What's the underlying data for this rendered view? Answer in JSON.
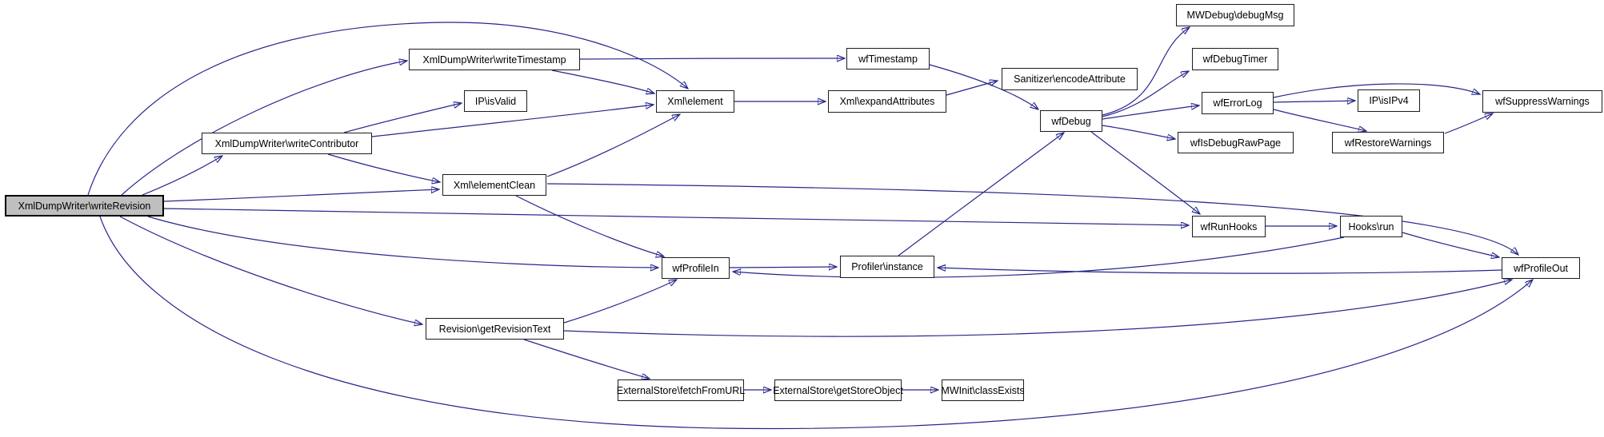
{
  "graph": {
    "kind": "doxygen-call-graph",
    "focus_node": "XmlDumpWriter\\writeRevision",
    "colors": {
      "edge": "#26268C",
      "node_border": "#1c1c1c",
      "node_fill": "#ffffff",
      "focus_node_fill": "#bfbfbf",
      "background": "#ffffff"
    },
    "nodes": [
      {
        "id": "writeRevision",
        "label": "XmlDumpWriter\\writeRevision"
      },
      {
        "id": "writeTimestamp",
        "label": "XmlDumpWriter\\writeTimestamp"
      },
      {
        "id": "isValid",
        "label": "IP\\isValid"
      },
      {
        "id": "writeContributor",
        "label": "XmlDumpWriter\\writeContributor"
      },
      {
        "id": "element",
        "label": "Xml\\element"
      },
      {
        "id": "elementClean",
        "label": "Xml\\elementClean"
      },
      {
        "id": "wfTimestamp",
        "label": "wfTimestamp"
      },
      {
        "id": "expandAttributes",
        "label": "Xml\\expandAttributes"
      },
      {
        "id": "encodeAttribute",
        "label": "Sanitizer\\encodeAttribute"
      },
      {
        "id": "wfDebug",
        "label": "wfDebug"
      },
      {
        "id": "debugMsg",
        "label": "MWDebug\\debugMsg"
      },
      {
        "id": "wfDebugTimer",
        "label": "wfDebugTimer"
      },
      {
        "id": "wfErrorLog",
        "label": "wfErrorLog"
      },
      {
        "id": "wfIsDebugRawPage",
        "label": "wfIsDebugRawPage"
      },
      {
        "id": "wfRestoreWarnings",
        "label": "wfRestoreWarnings"
      },
      {
        "id": "isIPv4",
        "label": "IP\\isIPv4"
      },
      {
        "id": "wfSuppressWarnings",
        "label": "wfSuppressWarnings"
      },
      {
        "id": "wfRunHooks",
        "label": "wfRunHooks"
      },
      {
        "id": "hooksRun",
        "label": "Hooks\\run"
      },
      {
        "id": "wfProfileOut",
        "label": "wfProfileOut"
      },
      {
        "id": "wfProfileIn",
        "label": "wfProfileIn"
      },
      {
        "id": "profilerInstance",
        "label": "Profiler\\instance"
      },
      {
        "id": "getRevisionText",
        "label": "Revision\\getRevisionText"
      },
      {
        "id": "fetchFromURL",
        "label": "ExternalStore\\fetchFromURL"
      },
      {
        "id": "getStoreObject",
        "label": "ExternalStore\\getStoreObject"
      },
      {
        "id": "classExists",
        "label": "MWInit\\classExists"
      }
    ],
    "edges": [
      {
        "from": "writeRevision",
        "to": "writeTimestamp"
      },
      {
        "from": "writeRevision",
        "to": "writeContributor"
      },
      {
        "from": "writeRevision",
        "to": "element"
      },
      {
        "from": "writeRevision",
        "to": "elementClean"
      },
      {
        "from": "writeRevision",
        "to": "wfRunHooks"
      },
      {
        "from": "writeRevision",
        "to": "wfProfileIn"
      },
      {
        "from": "writeRevision",
        "to": "getRevisionText"
      },
      {
        "from": "writeRevision",
        "to": "wfProfileOut"
      },
      {
        "from": "writeTimestamp",
        "to": "element"
      },
      {
        "from": "writeTimestamp",
        "to": "wfTimestamp"
      },
      {
        "from": "writeContributor",
        "to": "isValid"
      },
      {
        "from": "writeContributor",
        "to": "element"
      },
      {
        "from": "writeContributor",
        "to": "elementClean"
      },
      {
        "from": "element",
        "to": "expandAttributes"
      },
      {
        "from": "elementClean",
        "to": "element"
      },
      {
        "from": "elementClean",
        "to": "wfProfileIn"
      },
      {
        "from": "elementClean",
        "to": "wfProfileOut"
      },
      {
        "from": "wfTimestamp",
        "to": "wfDebug"
      },
      {
        "from": "expandAttributes",
        "to": "encodeAttribute"
      },
      {
        "from": "wfDebug",
        "to": "debugMsg"
      },
      {
        "from": "wfDebug",
        "to": "wfDebugTimer"
      },
      {
        "from": "wfDebug",
        "to": "wfErrorLog"
      },
      {
        "from": "wfDebug",
        "to": "wfIsDebugRawPage"
      },
      {
        "from": "wfDebug",
        "to": "wfRunHooks"
      },
      {
        "from": "wfErrorLog",
        "to": "isIPv4"
      },
      {
        "from": "wfErrorLog",
        "to": "wfSuppressWarnings"
      },
      {
        "from": "wfErrorLog",
        "to": "wfRestoreWarnings"
      },
      {
        "from": "wfRestoreWarnings",
        "to": "wfSuppressWarnings"
      },
      {
        "from": "wfRunHooks",
        "to": "hooksRun"
      },
      {
        "from": "hooksRun",
        "to": "wfProfileIn"
      },
      {
        "from": "hooksRun",
        "to": "wfProfileOut"
      },
      {
        "from": "wfProfileIn",
        "to": "profilerInstance"
      },
      {
        "from": "wfProfileOut",
        "to": "profilerInstance"
      },
      {
        "from": "profilerInstance",
        "to": "wfDebug"
      },
      {
        "from": "getRevisionText",
        "to": "wfProfileIn"
      },
      {
        "from": "getRevisionText",
        "to": "wfProfileOut"
      },
      {
        "from": "getRevisionText",
        "to": "fetchFromURL"
      },
      {
        "from": "fetchFromURL",
        "to": "getStoreObject"
      },
      {
        "from": "getStoreObject",
        "to": "classExists"
      }
    ]
  }
}
